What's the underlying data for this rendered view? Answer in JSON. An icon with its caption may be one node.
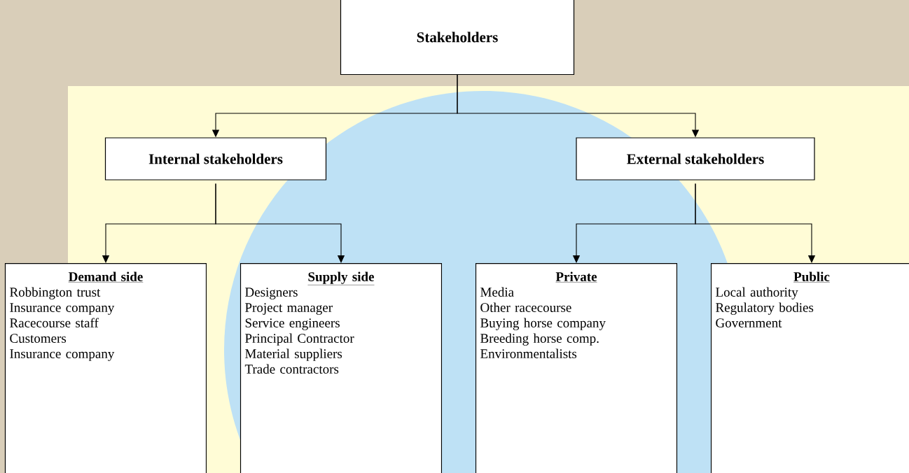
{
  "diagram": {
    "nodes": [
      {
        "text": [
          "Stakeholders"
        ]
      },
      {
        "text": [
          "Internal stakeholders"
        ]
      },
      {
        "text": [
          "External stakeholders"
        ]
      },
      {
        "text": [
          "Demand side",
          "Robbington trust",
          "Insurance company",
          "Racecourse staff",
          "Customers",
          "Insurance company"
        ]
      },
      {
        "text": [
          "Supply side",
          "Designers",
          "Project manager",
          "Service engineers",
          "Principal Contractor",
          "Material suppliers",
          "Trade contractors"
        ]
      },
      {
        "text": [
          "Private",
          "Media",
          "Other racecourse",
          "Buying horse company",
          "Breeding horse comp.",
          "Environmentalists"
        ]
      },
      {
        "text": [
          "Public",
          "Local authority",
          "Regulatory bodies",
          "Government"
        ]
      }
    ],
    "edges": [
      {
        "from": 0,
        "to": 1,
        "arrow": "to"
      },
      {
        "from": 0,
        "to": 2,
        "arrow": "to"
      },
      {
        "from": 1,
        "to": 3,
        "arrow": "to"
      },
      {
        "from": 1,
        "to": 4,
        "arrow": "to"
      },
      {
        "from": 2,
        "to": 5,
        "arrow": "to"
      },
      {
        "from": 2,
        "to": 6,
        "arrow": "to"
      }
    ]
  }
}
